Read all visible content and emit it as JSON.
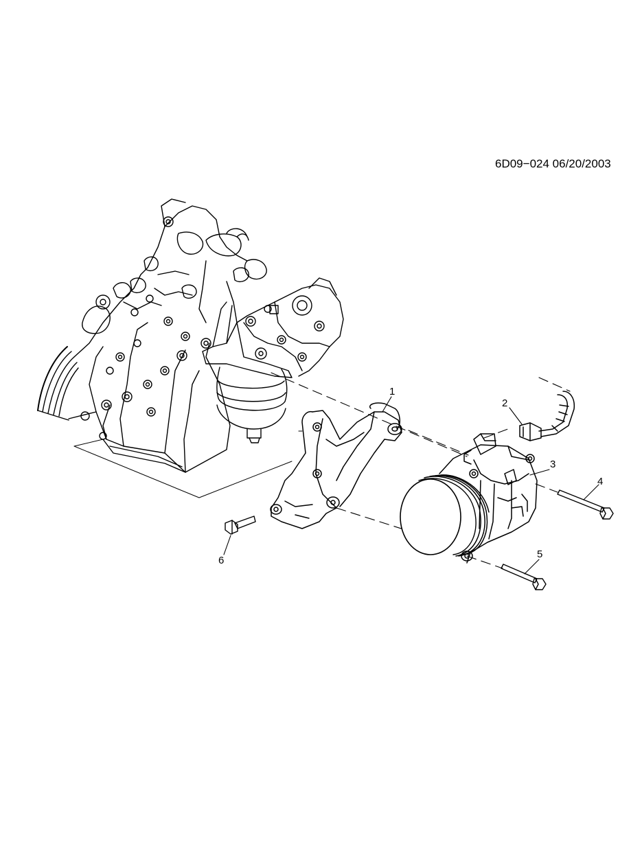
{
  "diagram": {
    "reference": "6D09−024  06/20/2003",
    "callouts": [
      "1",
      "2",
      "3",
      "4",
      "5",
      "6"
    ],
    "colors": {
      "line": "#000000",
      "background": "#ffffff"
    }
  }
}
